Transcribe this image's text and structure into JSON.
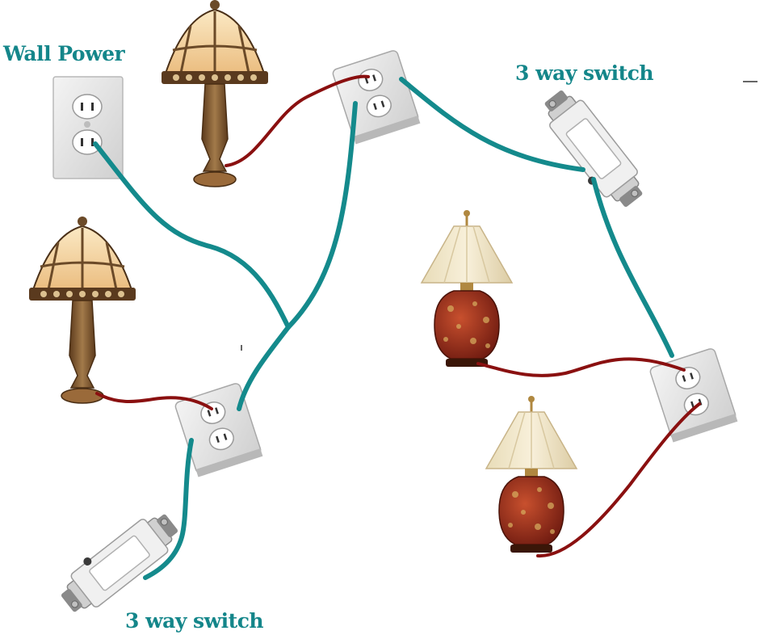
{
  "labels": {
    "wall_power": "Wall Power",
    "switch_top": "3 way switch",
    "switch_bottom": "3 way switch"
  },
  "colors": {
    "cable": "#148a8c",
    "cord": "#8a1010",
    "label": "#14868a",
    "outlet_plate": "#e4e4e4",
    "tiffany_shade": "#f2d6a0",
    "bronze": "#8a5a30",
    "ginger_jar": "#a8321e",
    "linen_shade": "#f0e6c8"
  },
  "icons": [
    "wall-outlet-icon",
    "outlet-icon",
    "three-way-switch-icon",
    "tiffany-lamp-icon",
    "ginger-jar-lamp-icon"
  ]
}
